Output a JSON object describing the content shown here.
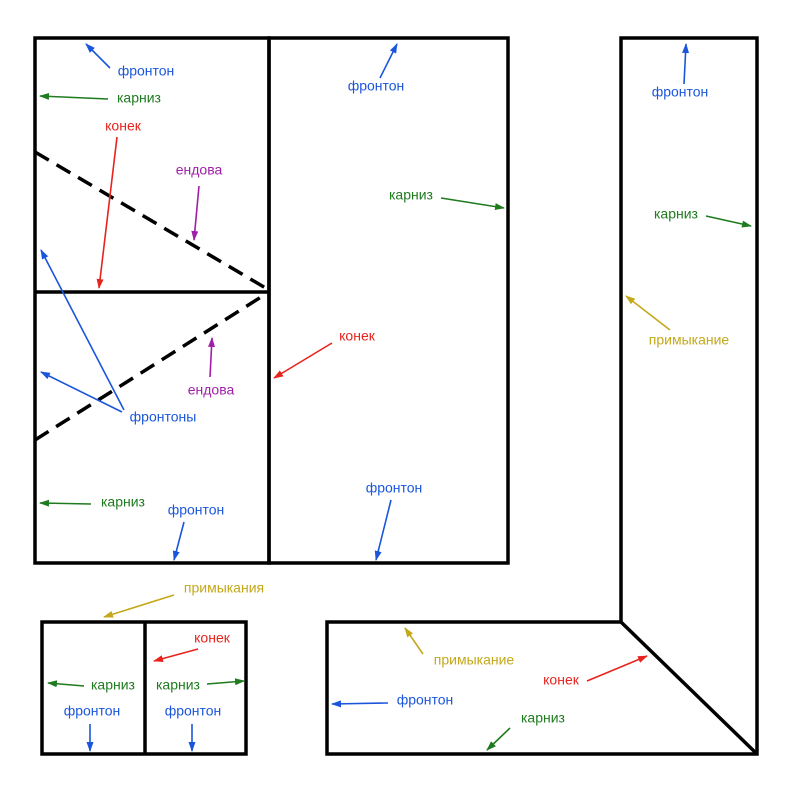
{
  "colors": {
    "outline": "#000000",
    "fronton": "#1a56db",
    "karniz": "#1e7b1e",
    "konek": "#e8231d",
    "endova": "#a01ea8",
    "primykanie": "#c4a81a"
  },
  "labels": {
    "fronton": "фронтон",
    "frontony": "фронтоны",
    "karniz": "карниз",
    "konek": "конек",
    "endova": "ендова",
    "primykanie": "примыкание",
    "primykaniya": "примыкания"
  }
}
